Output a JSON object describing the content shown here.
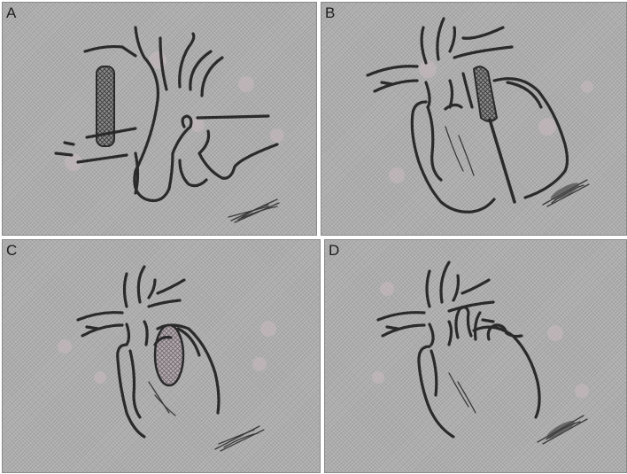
{
  "figure": {
    "panels": [
      {
        "id": "a",
        "label": "A"
      },
      {
        "id": "b",
        "label": "B"
      },
      {
        "id": "c",
        "label": "C"
      },
      {
        "id": "d",
        "label": "D"
      }
    ]
  },
  "colors": {
    "background": "#aeaeae",
    "ink": "#2a2a2a",
    "highlight": "#c9b9c0"
  }
}
